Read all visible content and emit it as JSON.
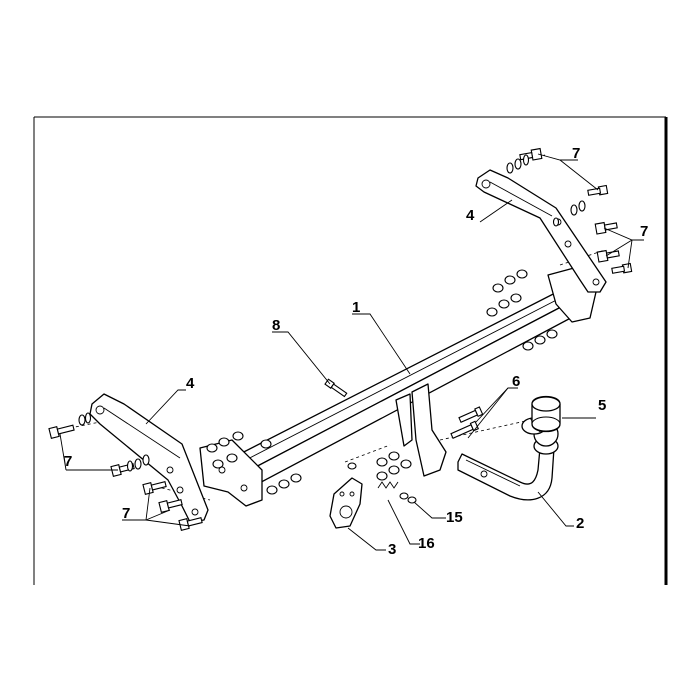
{
  "diagram": {
    "part_labels": [
      "1",
      "2",
      "3",
      "4",
      "4",
      "5",
      "6",
      "7",
      "7",
      "7",
      "7",
      "8",
      "15",
      "16"
    ]
  }
}
